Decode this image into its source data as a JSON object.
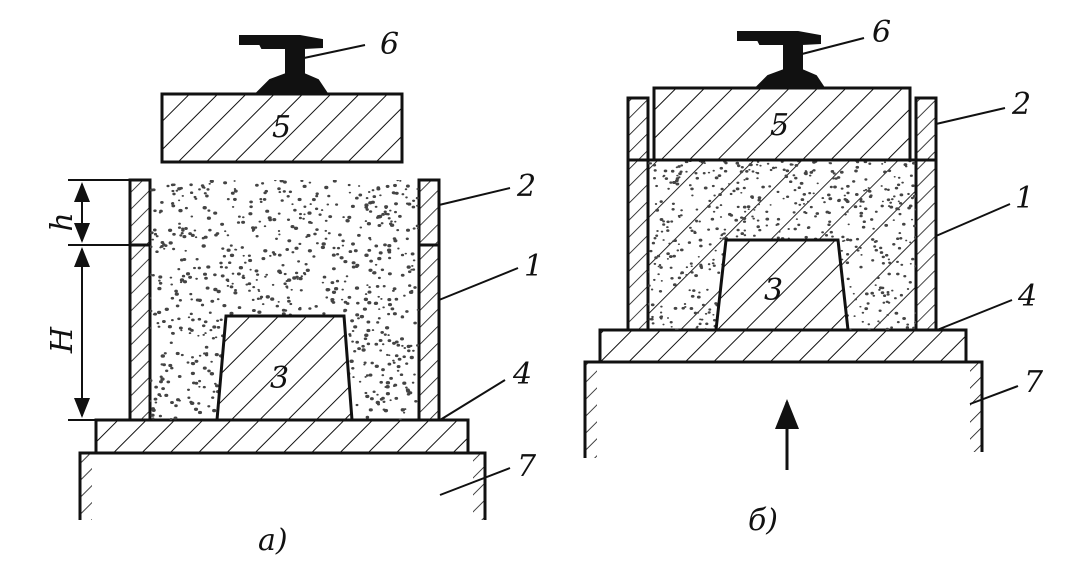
{
  "figure": {
    "colors": {
      "ink": "#111111",
      "paper": "#ffffff",
      "sand": "#444444"
    },
    "panel_a": {
      "caption": "а)",
      "labels": {
        "rail": "6",
        "pressing_plate": "5",
        "filling_frame": "2",
        "flask": "1",
        "pattern": "3",
        "pattern_plate": "4",
        "press_table": "7"
      },
      "dimensions": {
        "upper": "h",
        "lower": "H"
      }
    },
    "panel_b": {
      "caption": "б)",
      "labels": {
        "rail": "6",
        "pressing_plate": "5",
        "filling_frame": "2",
        "flask": "1",
        "pattern": "3",
        "pattern_plate": "4",
        "press_table": "7"
      }
    }
  }
}
